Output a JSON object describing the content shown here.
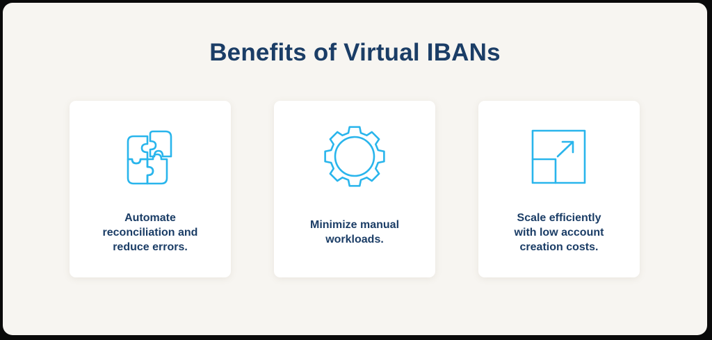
{
  "title": "Benefits of Virtual IBANs",
  "colors": {
    "background": "#f7f5f1",
    "card": "#ffffff",
    "heading": "#1b3d66",
    "icon_stroke": "#29b5ec"
  },
  "cards": [
    {
      "icon": "puzzle-pieces-icon",
      "lines": [
        "Automate",
        "reconciliation and",
        "reduce errors."
      ]
    },
    {
      "icon": "gear-icon",
      "lines": [
        "Minimize manual",
        "workloads."
      ]
    },
    {
      "icon": "scale-up-icon",
      "lines": [
        "Scale efficiently",
        "with low account",
        "creation costs."
      ]
    }
  ]
}
